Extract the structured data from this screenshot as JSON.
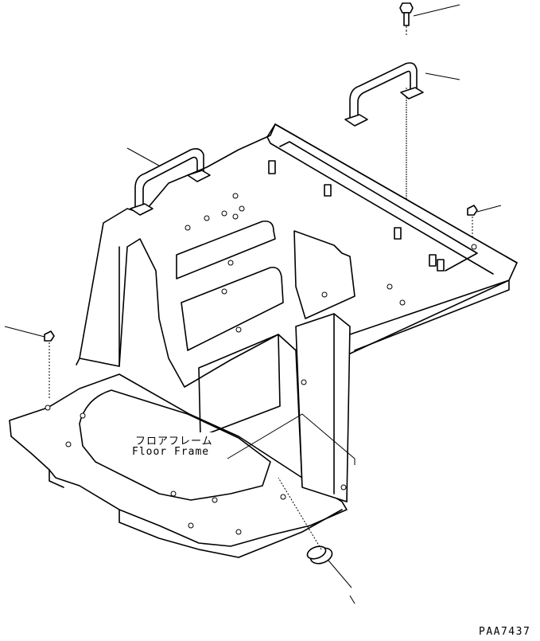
{
  "labels": {
    "part_name_jp": "フロアフレーム",
    "part_name_en": "Floor Frame",
    "drawing_code": "PAA7437"
  }
}
